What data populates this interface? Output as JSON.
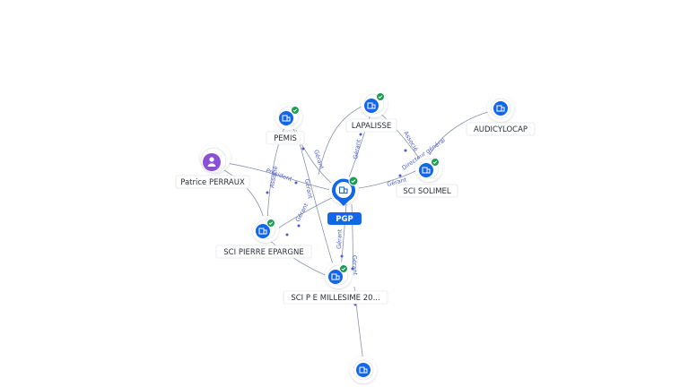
{
  "colors": {
    "node_blue": "#1266e8",
    "person_purple": "#8a4fd6",
    "badge_green": "#1f9d55",
    "edge_gray": "#8a93a6",
    "edge_label_blue": "#4a5bd6"
  },
  "center": {
    "label": "PGP",
    "icon": "building-icon"
  },
  "nodes": [
    {
      "id": "pemis",
      "label": "PEMIS",
      "type": "company",
      "verified": true
    },
    {
      "id": "lapalisse",
      "label": "LAPALISSE",
      "type": "company",
      "verified": true
    },
    {
      "id": "audicylocap",
      "label": "AUDICYLOCAP",
      "type": "company",
      "verified": false
    },
    {
      "id": "patrice",
      "label": "Patrice PERRAUX",
      "type": "person",
      "verified": false
    },
    {
      "id": "solimel",
      "label": "SCI SOLIMEL",
      "type": "company",
      "verified": true
    },
    {
      "id": "pierre",
      "label": "SCI PIERRE EPARGNE",
      "type": "company",
      "verified": true
    },
    {
      "id": "millesime",
      "label": "SCI P E MILLESIME 20...",
      "type": "company",
      "verified": true
    },
    {
      "id": "bottom",
      "label": "",
      "type": "company",
      "verified": false
    }
  ],
  "edges": [
    {
      "id": "e1",
      "label": "Gérant"
    },
    {
      "id": "e2",
      "label": "Gérant"
    },
    {
      "id": "e3",
      "label": "Associé"
    },
    {
      "id": "e4",
      "label": "Gérant"
    },
    {
      "id": "e5",
      "label": "Directeur général"
    },
    {
      "id": "e6",
      "label": "Président"
    },
    {
      "id": "e7",
      "label": "Associé"
    },
    {
      "id": "e8",
      "label": "Gérant"
    },
    {
      "id": "e9",
      "label": "Gérant"
    },
    {
      "id": "e10",
      "label": "Gérant"
    },
    {
      "id": "e11",
      "label": "Gérant"
    }
  ]
}
